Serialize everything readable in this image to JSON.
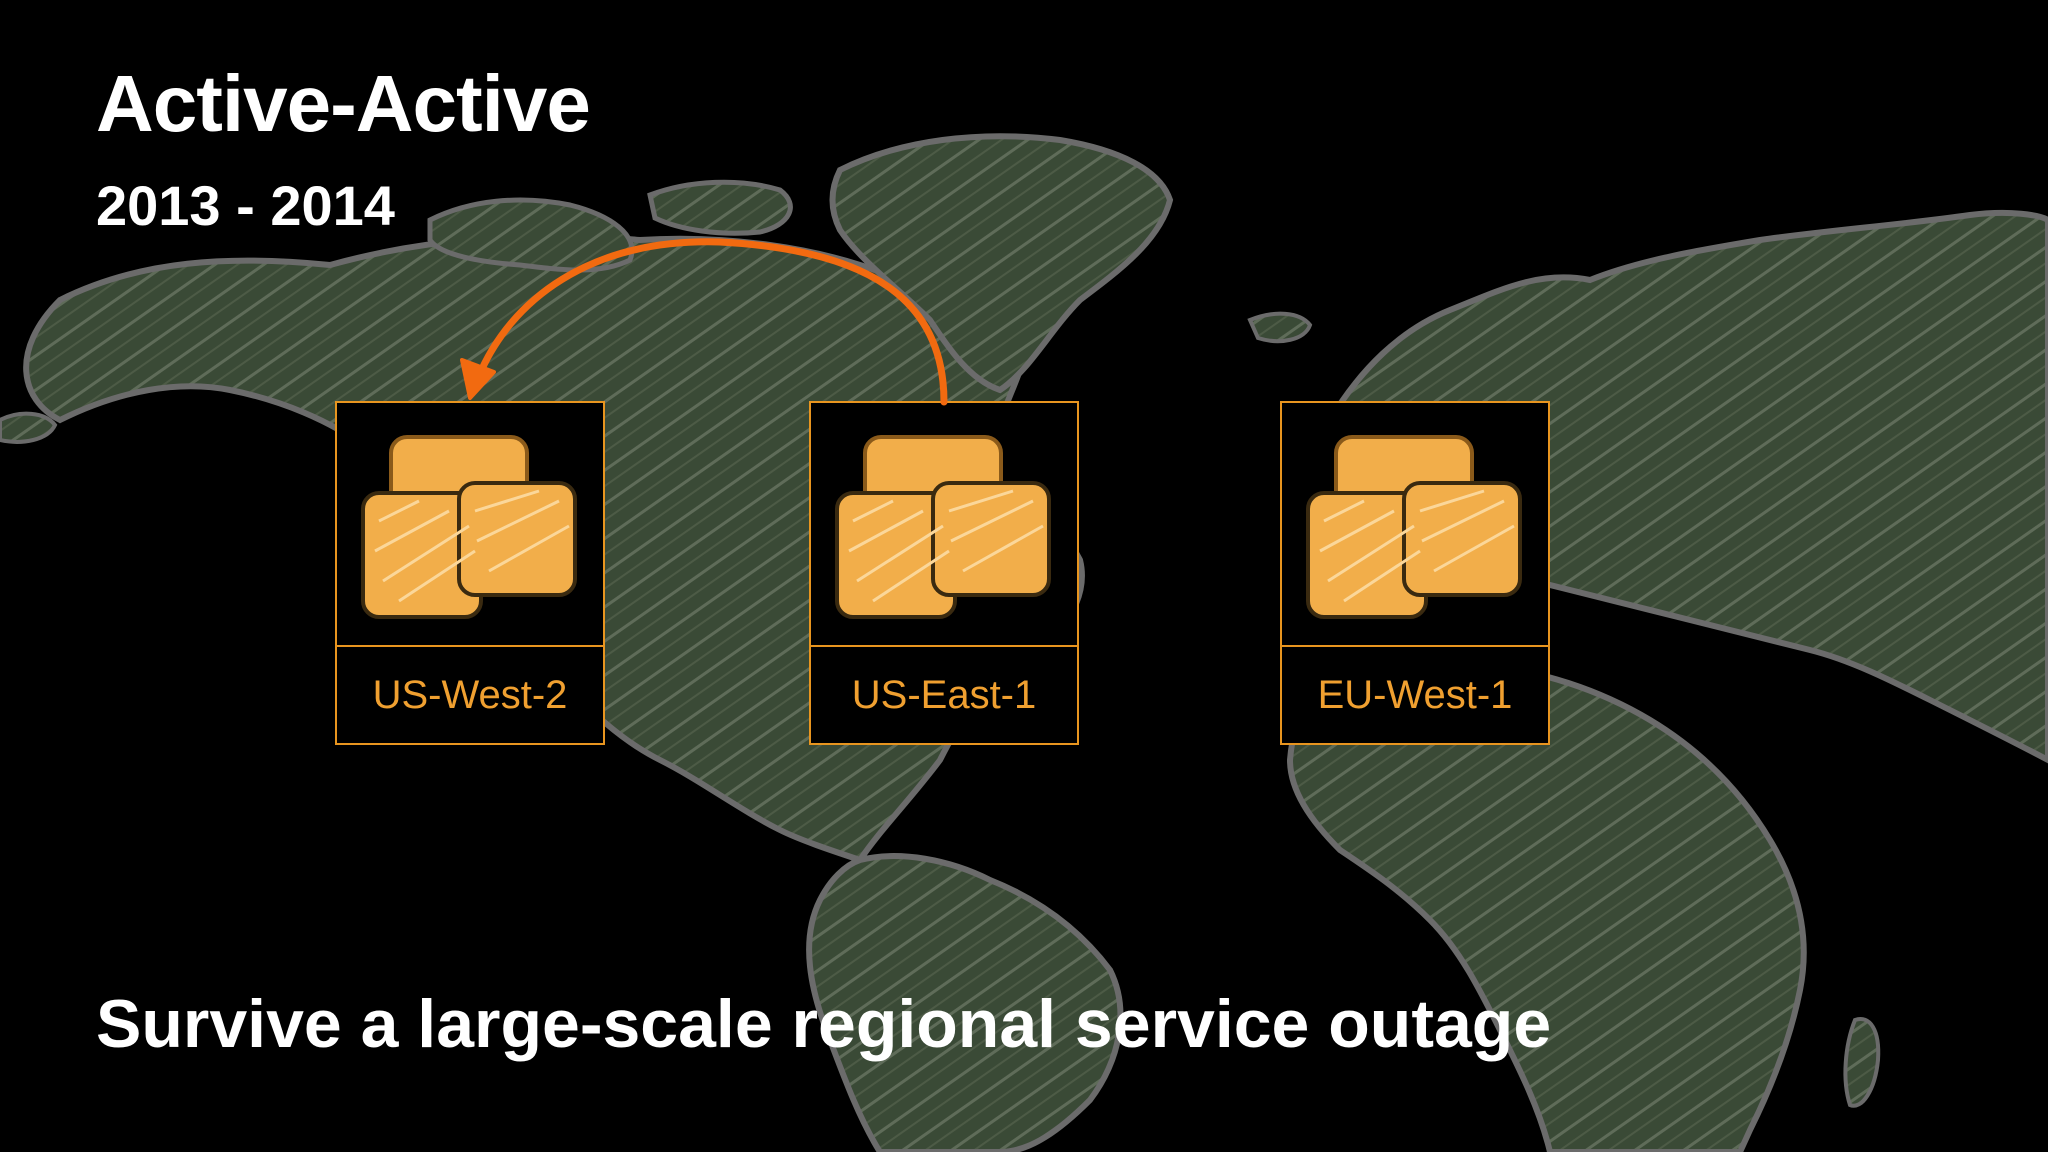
{
  "slide": {
    "title": "Active-Active",
    "subtitle": "2013 - 2014",
    "footer": "Survive a large-scale regional service outage"
  },
  "regions": [
    {
      "label": "US-West-2"
    },
    {
      "label": "US-East-1"
    },
    {
      "label": "EU-West-1"
    }
  ],
  "arrow": {
    "from": "US-East-1",
    "to": "US-West-2"
  },
  "colors": {
    "background": "#000000",
    "land": "#3a4a36",
    "outline": "#6b6b6b",
    "box_border": "#e8951f",
    "label_text": "#f0a030",
    "icon_fill": "#f2ae4a",
    "arrow": "#f26a10"
  },
  "icons": {
    "region_icon": "stacked-server-cubes-icon",
    "background": "world-map"
  }
}
